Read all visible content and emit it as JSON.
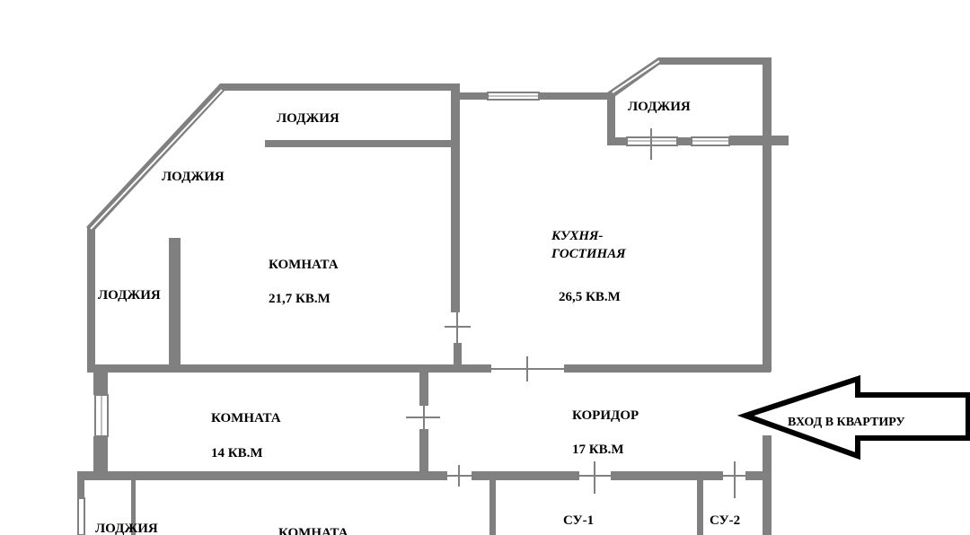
{
  "colors": {
    "wall": "#808080",
    "window_frame": "#808080",
    "window_glass": "#ffffff",
    "door": "#808080",
    "arrow": "#000000",
    "label": "#000000",
    "background": "#ffffff"
  },
  "rooms": {
    "loggia_top": "ЛОДЖИЯ",
    "loggia_diagonal": "ЛОДЖИЯ",
    "loggia_left": "ЛОДЖИЯ",
    "loggia_corner": "ЛОДЖИЯ",
    "loggia_bottom": "ЛОДЖИЯ",
    "room_large_name": "КОМНАТА",
    "room_large_area": "21,7 КВ.М",
    "kitchen_name_line1": "КУХНЯ-",
    "kitchen_name_line2": "ГОСТИНАЯ",
    "kitchen_area": "26,5 КВ.М",
    "room_small_name": "КОМНАТА",
    "room_small_area": "14 КВ.М",
    "corridor_name": "КОРИДОР",
    "corridor_area": "17 КВ.М",
    "bath1": "СУ-1",
    "bath2": "СУ-2",
    "room_bottom_name": "КОМНАТА"
  },
  "entry": {
    "label": "ВХОД В КВАРТИРУ",
    "icon": "arrow-left-icon"
  }
}
